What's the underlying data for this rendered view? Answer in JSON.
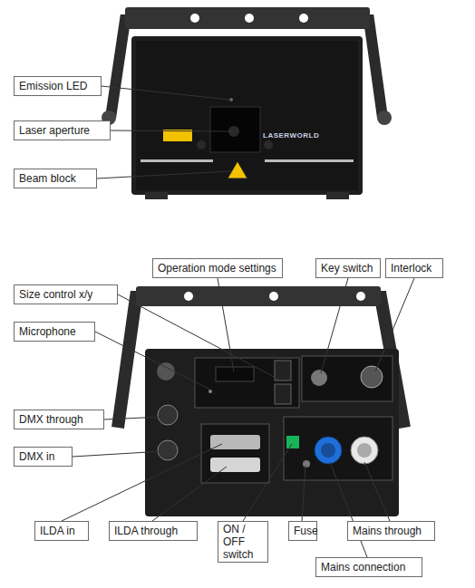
{
  "diagram": {
    "nodes": [
      {
        "text": [
          "Emission LED"
        ]
      },
      {
        "text": [
          "Laser aperture"
        ]
      },
      {
        "text": [
          "Beam block"
        ]
      },
      {
        "text": [
          "Operation mode settings"
        ]
      },
      {
        "text": [
          "Key switch"
        ]
      },
      {
        "text": [
          "Interlock"
        ]
      },
      {
        "text": [
          "Size control x/y"
        ]
      },
      {
        "text": [
          "Microphone"
        ]
      },
      {
        "text": [
          "DMX through"
        ]
      },
      {
        "text": [
          "DMX in"
        ]
      },
      {
        "text": [
          "ILDA in"
        ]
      },
      {
        "text": [
          "ILDA through"
        ]
      },
      {
        "text": [
          "ON / OFF switch"
        ]
      },
      {
        "text": [
          "Fuse"
        ]
      },
      {
        "text": [
          "Mains through"
        ]
      },
      {
        "text": [
          "Mains connection"
        ]
      }
    ],
    "labels": [
      "LASERWORLD"
    ]
  }
}
